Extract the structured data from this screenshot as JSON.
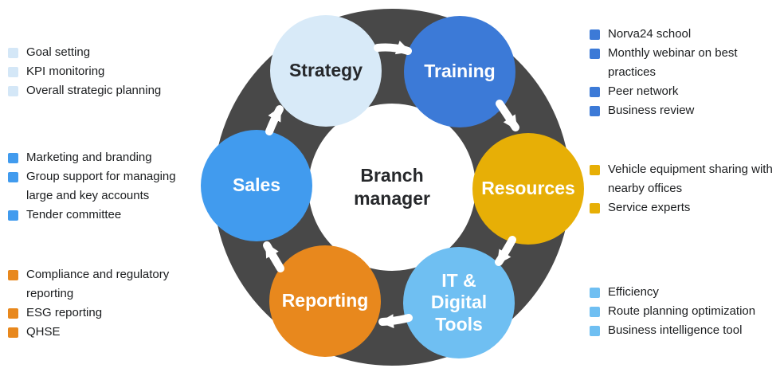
{
  "diagram": {
    "center_label": "Branch manager",
    "ring_color": "#484848",
    "arrow_color": "#FFFFFF",
    "flow_order": [
      "Strategy",
      "Training",
      "Resources",
      "IT & Digital Tools",
      "Reporting",
      "Sales"
    ],
    "nodes": [
      {
        "label": "Strategy",
        "color": "#D8EAF8",
        "text_color": "#26282B"
      },
      {
        "label": "Training",
        "color": "#3C7AD7",
        "text_color": "#FFFFFF"
      },
      {
        "label": "Resources",
        "color": "#E7AF06",
        "text_color": "#FFFFFF"
      },
      {
        "label": "IT & Digital Tools",
        "color": "#6FBFF2",
        "text_color": "#FFFFFF"
      },
      {
        "label": "Reporting",
        "color": "#E8881D",
        "text_color": "#FFFFFF"
      },
      {
        "label": "Sales",
        "color": "#419BEE",
        "text_color": "#FFFFFF"
      }
    ]
  },
  "annotations": {
    "strategy": {
      "bullet_color": "#D4E7F7",
      "items": [
        "Goal setting",
        "KPI monitoring",
        "Overall strategic planning"
      ]
    },
    "training": {
      "bullet_color": "#3C7AD7",
      "items": [
        "Norva24 school",
        "Monthly webinar on best practices",
        "Peer network",
        "Business review"
      ]
    },
    "resources": {
      "bullet_color": "#E7AF06",
      "items": [
        "Vehicle equipment sharing with nearby offices",
        "Service experts"
      ]
    },
    "it_digital_tools": {
      "bullet_color": "#6FBFF2",
      "items": [
        "Efficiency",
        "Route planning optimization",
        "Business intelligence tool"
      ]
    },
    "reporting": {
      "bullet_color": "#E8881D",
      "items": [
        "Compliance and regulatory reporting",
        "ESG reporting",
        "QHSE"
      ]
    },
    "sales": {
      "bullet_color": "#419BEE",
      "items": [
        "Marketing and branding",
        "Group support for managing large and key accounts",
        "Tender committee"
      ]
    }
  }
}
